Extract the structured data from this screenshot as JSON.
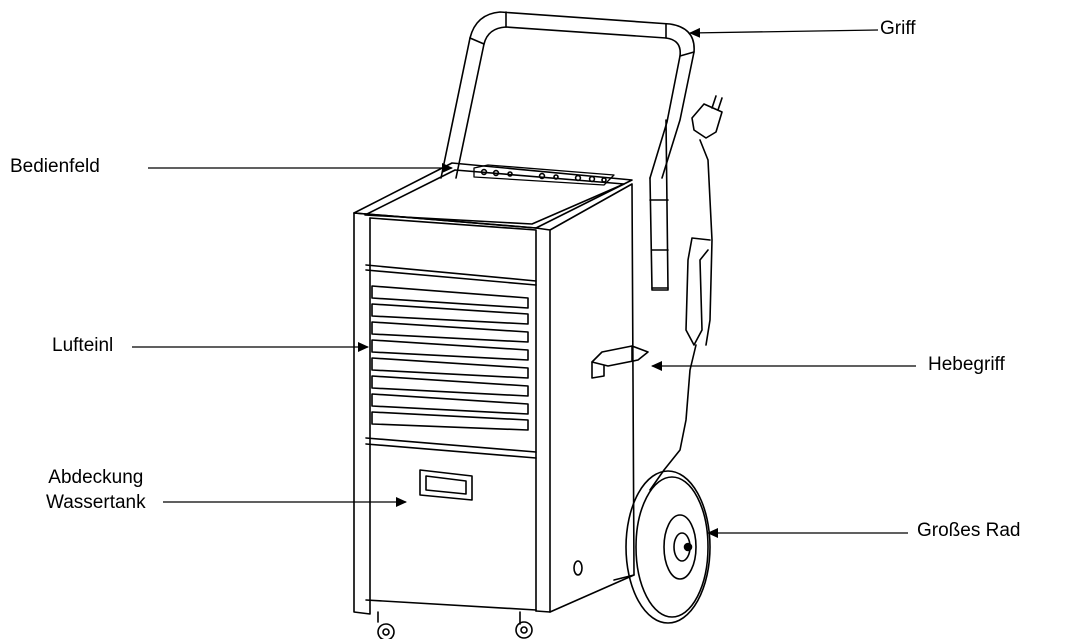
{
  "labels": {
    "griff": "Griff",
    "bedienfeld": "Bedienfeld",
    "lufteinl": "Lufteinl",
    "hebegriff": "Hebegriff",
    "abdeckung_line1": "Abdeckung",
    "abdeckung_line2": "Wassertank",
    "grosses_rad": "Großes Rad"
  },
  "colors": {
    "line": "#000000",
    "background": "#ffffff"
  }
}
